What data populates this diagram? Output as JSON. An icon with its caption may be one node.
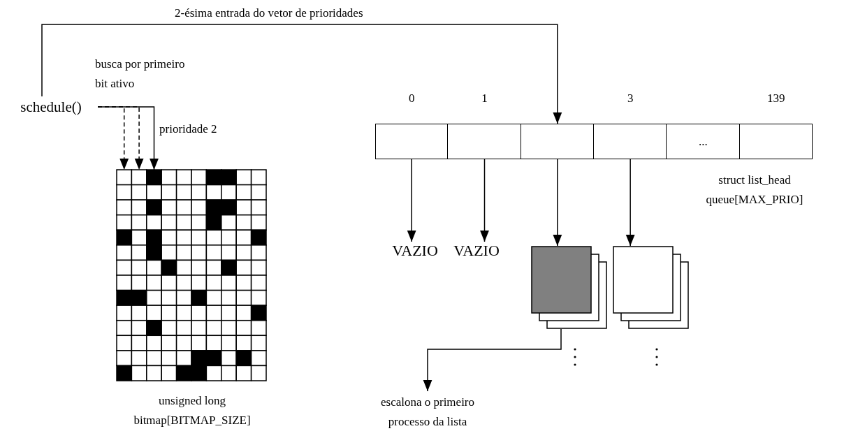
{
  "diagram": {
    "nodes": [
      {
        "text": [
          "schedule()"
        ]
      },
      {
        "text": [],
        "shape": "box",
        "beside": [
          "unsigned long bitmap[BITMAP_SIZE]"
        ]
      },
      {
        "text": [],
        "shape": "box",
        "beside": [
          "struct list_head queue[MAX_PRIO]"
        ]
      },
      {
        "text": [
          "0"
        ],
        "in": 2
      },
      {
        "text": [
          "1"
        ],
        "in": 2
      },
      {
        "text": [],
        "shape": "box",
        "in": 2
      },
      {
        "text": [
          "3"
        ],
        "in": 2
      },
      {
        "text": [
          "..."
        ],
        "in": 2
      },
      {
        "text": [
          "139"
        ],
        "in": 2
      },
      {
        "text": [
          "VAZIO"
        ]
      },
      {
        "text": [
          "VAZIO"
        ]
      },
      {
        "text": [],
        "shape": "box"
      },
      {
        "text": [],
        "shape": "box"
      },
      {
        "text": [
          "escalona o primeiro processo da lista"
        ]
      }
    ],
    "edges": [
      {
        "from": 0,
        "to": 5,
        "arrow": "to",
        "label": "2-ésima entrada do vetor de prioridades"
      },
      {
        "from": 0,
        "to": 1,
        "arrow": "to",
        "style": "dashed"
      },
      {
        "from": 0,
        "to": 1,
        "arrow": "to",
        "style": "dashed"
      },
      {
        "from": 0,
        "to": 1,
        "arrow": "to",
        "label": "prioridade 2"
      },
      {
        "from": 3,
        "to": 9,
        "arrow": "to"
      },
      {
        "from": 4,
        "to": 10,
        "arrow": "to"
      },
      {
        "from": 5,
        "to": 11,
        "arrow": "to"
      },
      {
        "from": 6,
        "to": 12,
        "arrow": "to"
      },
      {
        "from": 11,
        "to": 13,
        "arrow": "to"
      }
    ],
    "labels": [
      "busca por primeiro bit ativo"
    ]
  }
}
